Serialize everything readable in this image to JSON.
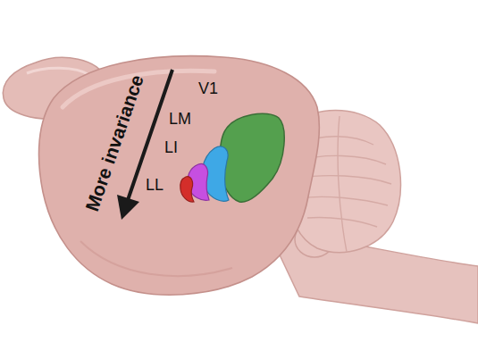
{
  "diagram": {
    "labels": [
      "More invariance",
      "V1",
      "LM",
      "LI",
      "LL"
    ]
  }
}
